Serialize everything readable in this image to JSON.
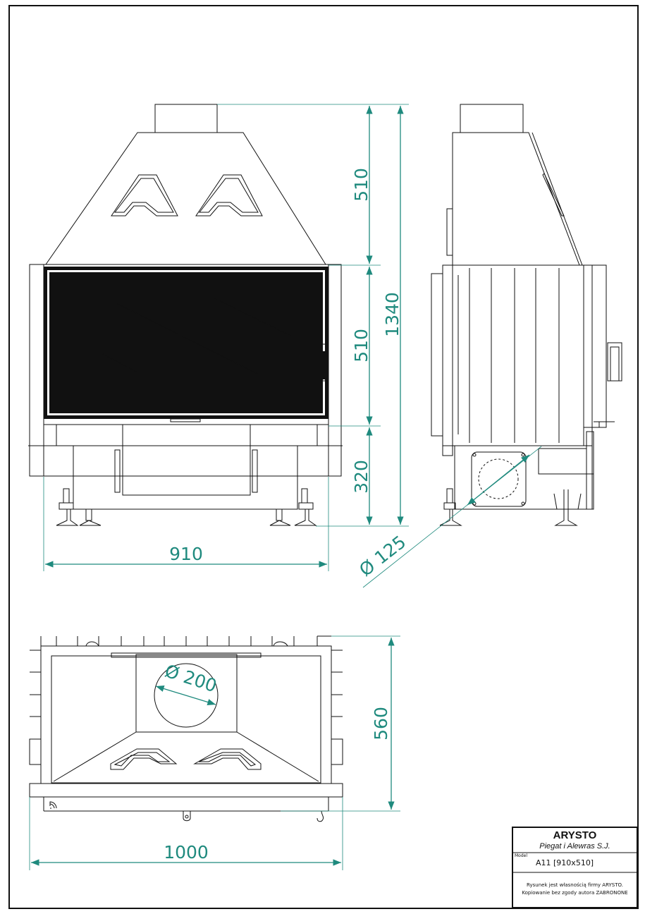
{
  "dimensions": {
    "top_height": "510",
    "door_height": "510",
    "base_height": "320",
    "total_height": "1340",
    "front_width": "910",
    "flue_side": "Ø 125",
    "flue_top": "Ø 200",
    "top_depth": "560",
    "top_width": "1000"
  },
  "title_block": {
    "company": "ARYSTO",
    "owners": "Piegat i Alewras S.J.",
    "model_label": "Model",
    "model_value": "A11 [910x510]",
    "note_line1": "Rysunek jest własnością firmy ARYSTO.",
    "note_line2": "Kopiowanie bez zgody autora ZABRONONE"
  },
  "colors": {
    "line": "#111111",
    "dimension": "#1f8a7e",
    "background": "#ffffff"
  }
}
